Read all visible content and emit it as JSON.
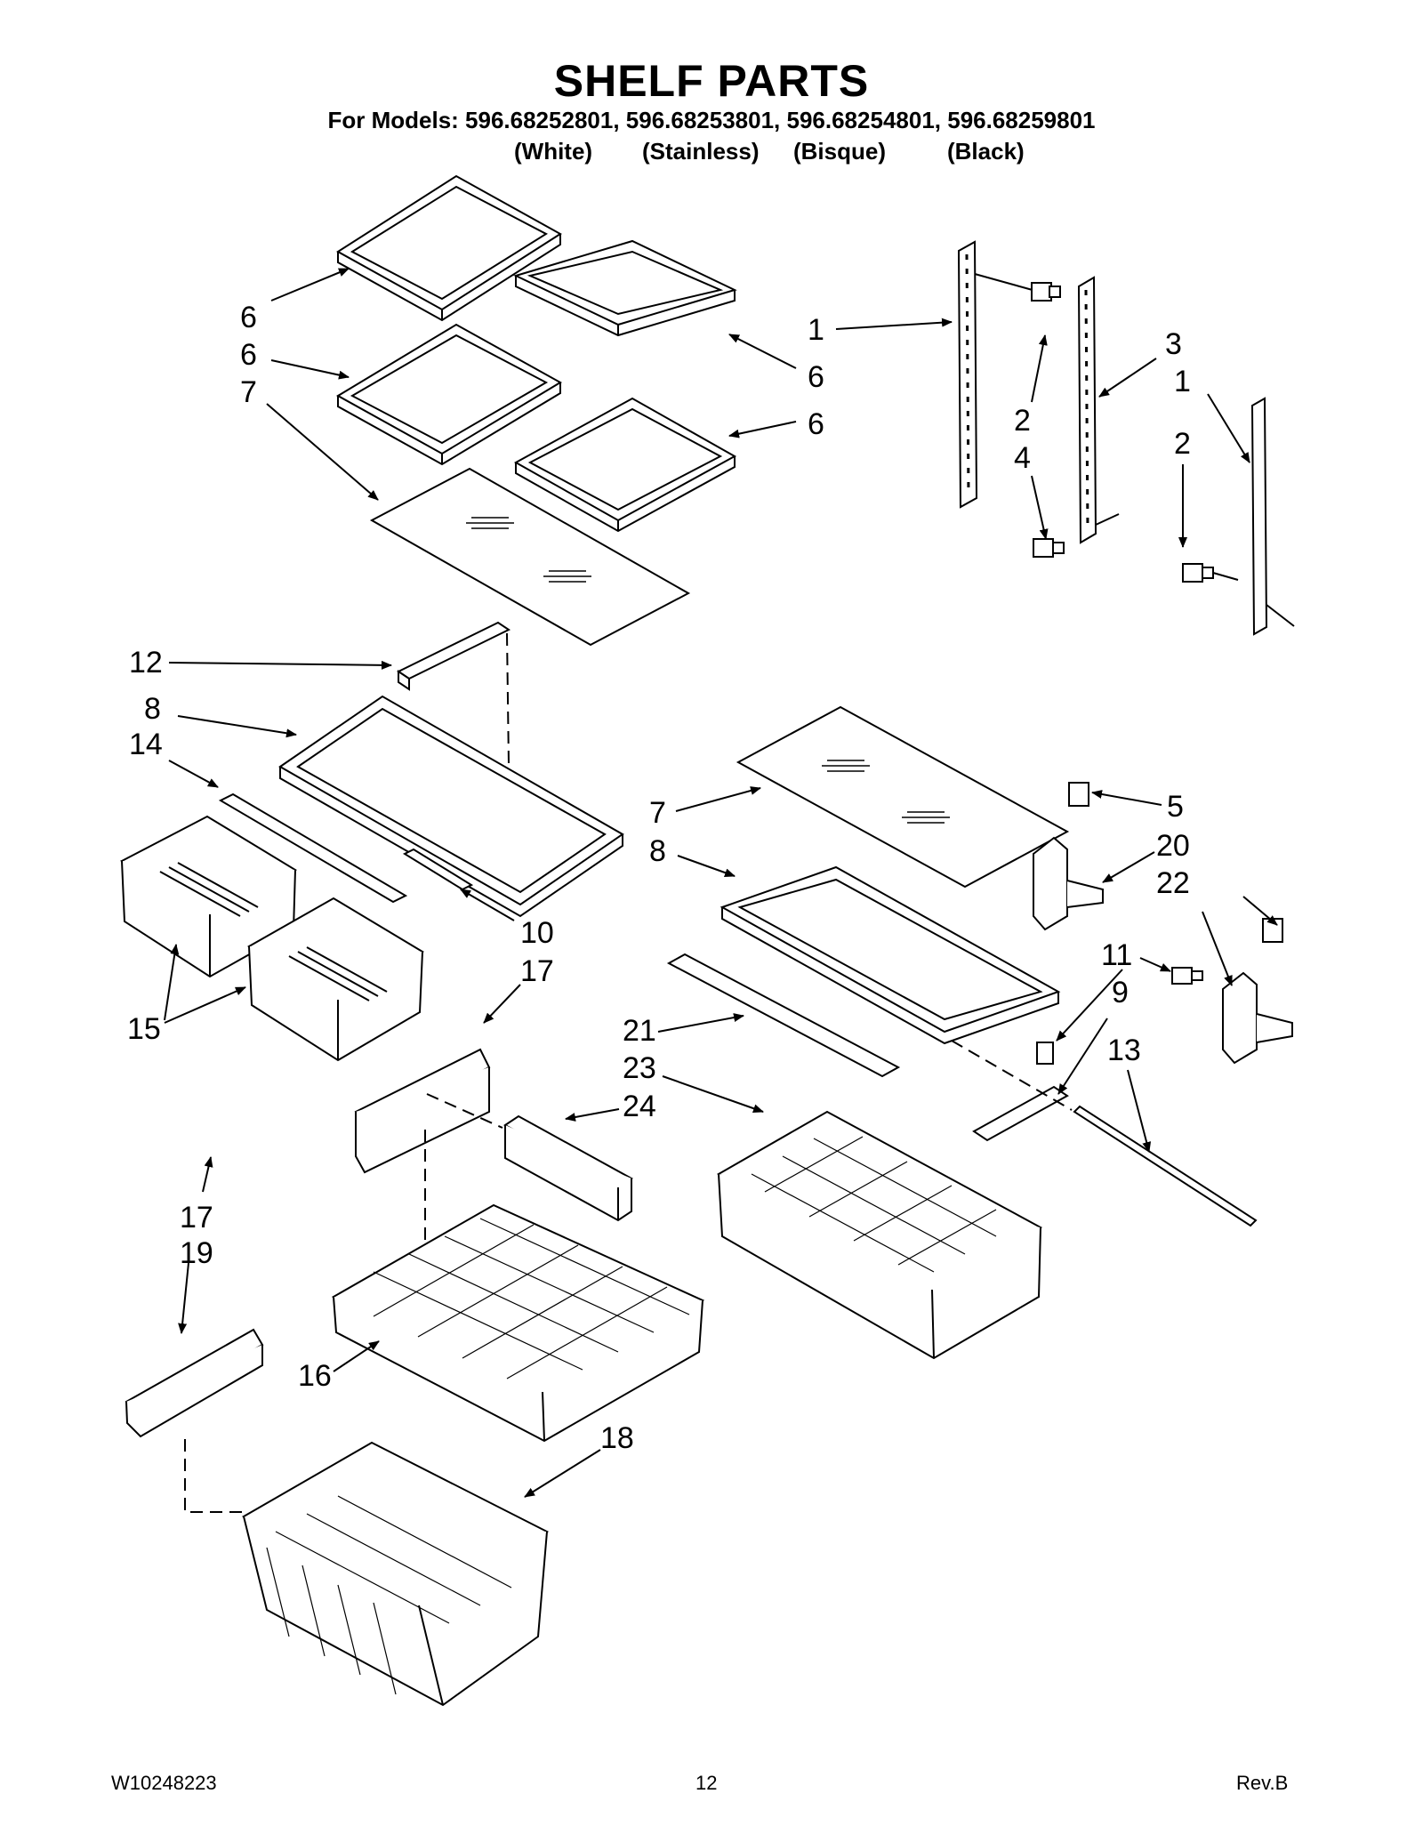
{
  "title": "SHELF PARTS",
  "models_line": "For Models: 596.68252801, 596.68253801, 596.68254801, 596.68259801",
  "finishes": [
    "(White)",
    "(Stainless)",
    "(Bisque)",
    "(Black)"
  ],
  "callouts": [
    "6",
    "6",
    "7",
    "1",
    "6",
    "6",
    "3",
    "1",
    "2",
    "4",
    "2",
    "12",
    "8",
    "14",
    "10",
    "15",
    "17",
    "7",
    "8",
    "5",
    "20",
    "22",
    "11",
    "9",
    "13",
    "21",
    "23",
    "24",
    "17",
    "19",
    "16",
    "18"
  ],
  "footer": {
    "doc_number": "W10248223",
    "page_number": "12",
    "revision": "Rev.B"
  }
}
